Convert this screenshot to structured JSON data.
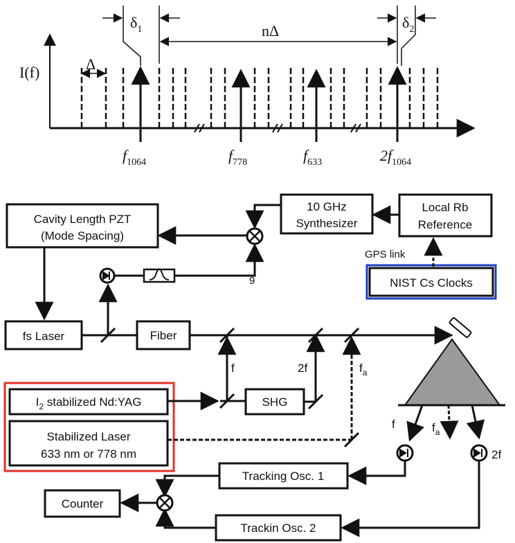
{
  "comb": {
    "intensity_label": "I(f)",
    "spacing_label": "Δ",
    "delta1": "δ",
    "delta1_sub": "1",
    "delta2": "δ",
    "delta2_sub": "2",
    "span": "nΔ",
    "f1064": "f",
    "f1064_sub": "1064",
    "f778": "f",
    "f778_sub": "778",
    "f633": "f",
    "f633_sub": "633",
    "f2_1064_prefix": "2f",
    "f2_1064_sub": "1064"
  },
  "blocks": {
    "pzt_line1": "Cavity Length PZT",
    "pzt_line2": "(Mode Spacing)",
    "synth_line1": "10 GHz",
    "synth_line2": "Synthesizer",
    "rb_line1": "Local Rb",
    "rb_line2": "Reference",
    "gps": "GPS link",
    "nist": "NIST Cs Clocks",
    "fs_laser": "fs Laser",
    "fiber": "Fiber",
    "shg": "SHG",
    "ndyag_prefix": "I",
    "ndyag_sub": "2",
    "ndyag_rest": " stabilized Nd:YAG",
    "stab_line1": "Stabilized Laser",
    "stab_line2": "633 nm or 778 nm",
    "track1": "Tracking Osc. 1",
    "track2": "Trackin  Osc. 2",
    "counter": "Counter"
  },
  "beam_labels": {
    "f": "f",
    "two_f": "2f",
    "fa": "f",
    "fa_sub": "a",
    "f_out": "f",
    "fa_out": "f",
    "fa_out_sub": "a",
    "two_f_out": "2f",
    "tiny_9": "9"
  },
  "colors": {
    "nist_border": "#1f3fbf",
    "lasers_border": "#e0302a",
    "prism_fill": "#9a9a9a"
  }
}
